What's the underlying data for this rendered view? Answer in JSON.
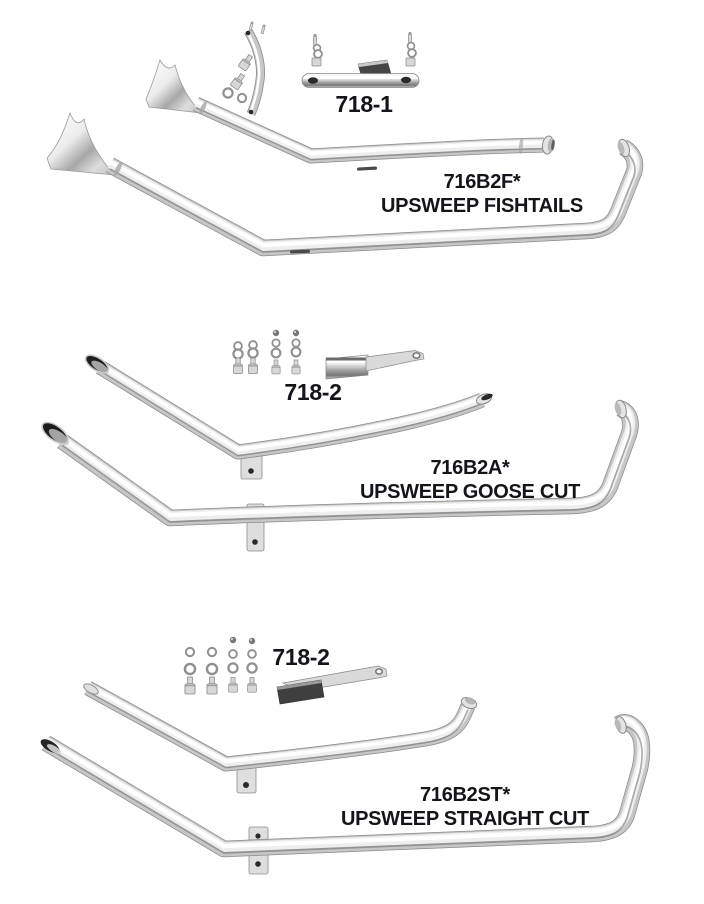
{
  "colors": {
    "background": "#ffffff",
    "text": "#14141a",
    "chrome_light": "#ffffff",
    "chrome_mid": "#c6c6c6",
    "chrome_dark": "#5e5e5e"
  },
  "sections": [
    {
      "hardware_label": "718-1",
      "part_number": "716B2F*",
      "product_name": "UPSWEEP FISHTAILS"
    },
    {
      "hardware_label": "718-2",
      "part_number": "716B2A*",
      "product_name": "UPSWEEP GOOSE CUT"
    },
    {
      "hardware_label": "718-2",
      "part_number": "716B2ST*",
      "product_name": "UPSWEEP STRAIGHT CUT"
    }
  ]
}
